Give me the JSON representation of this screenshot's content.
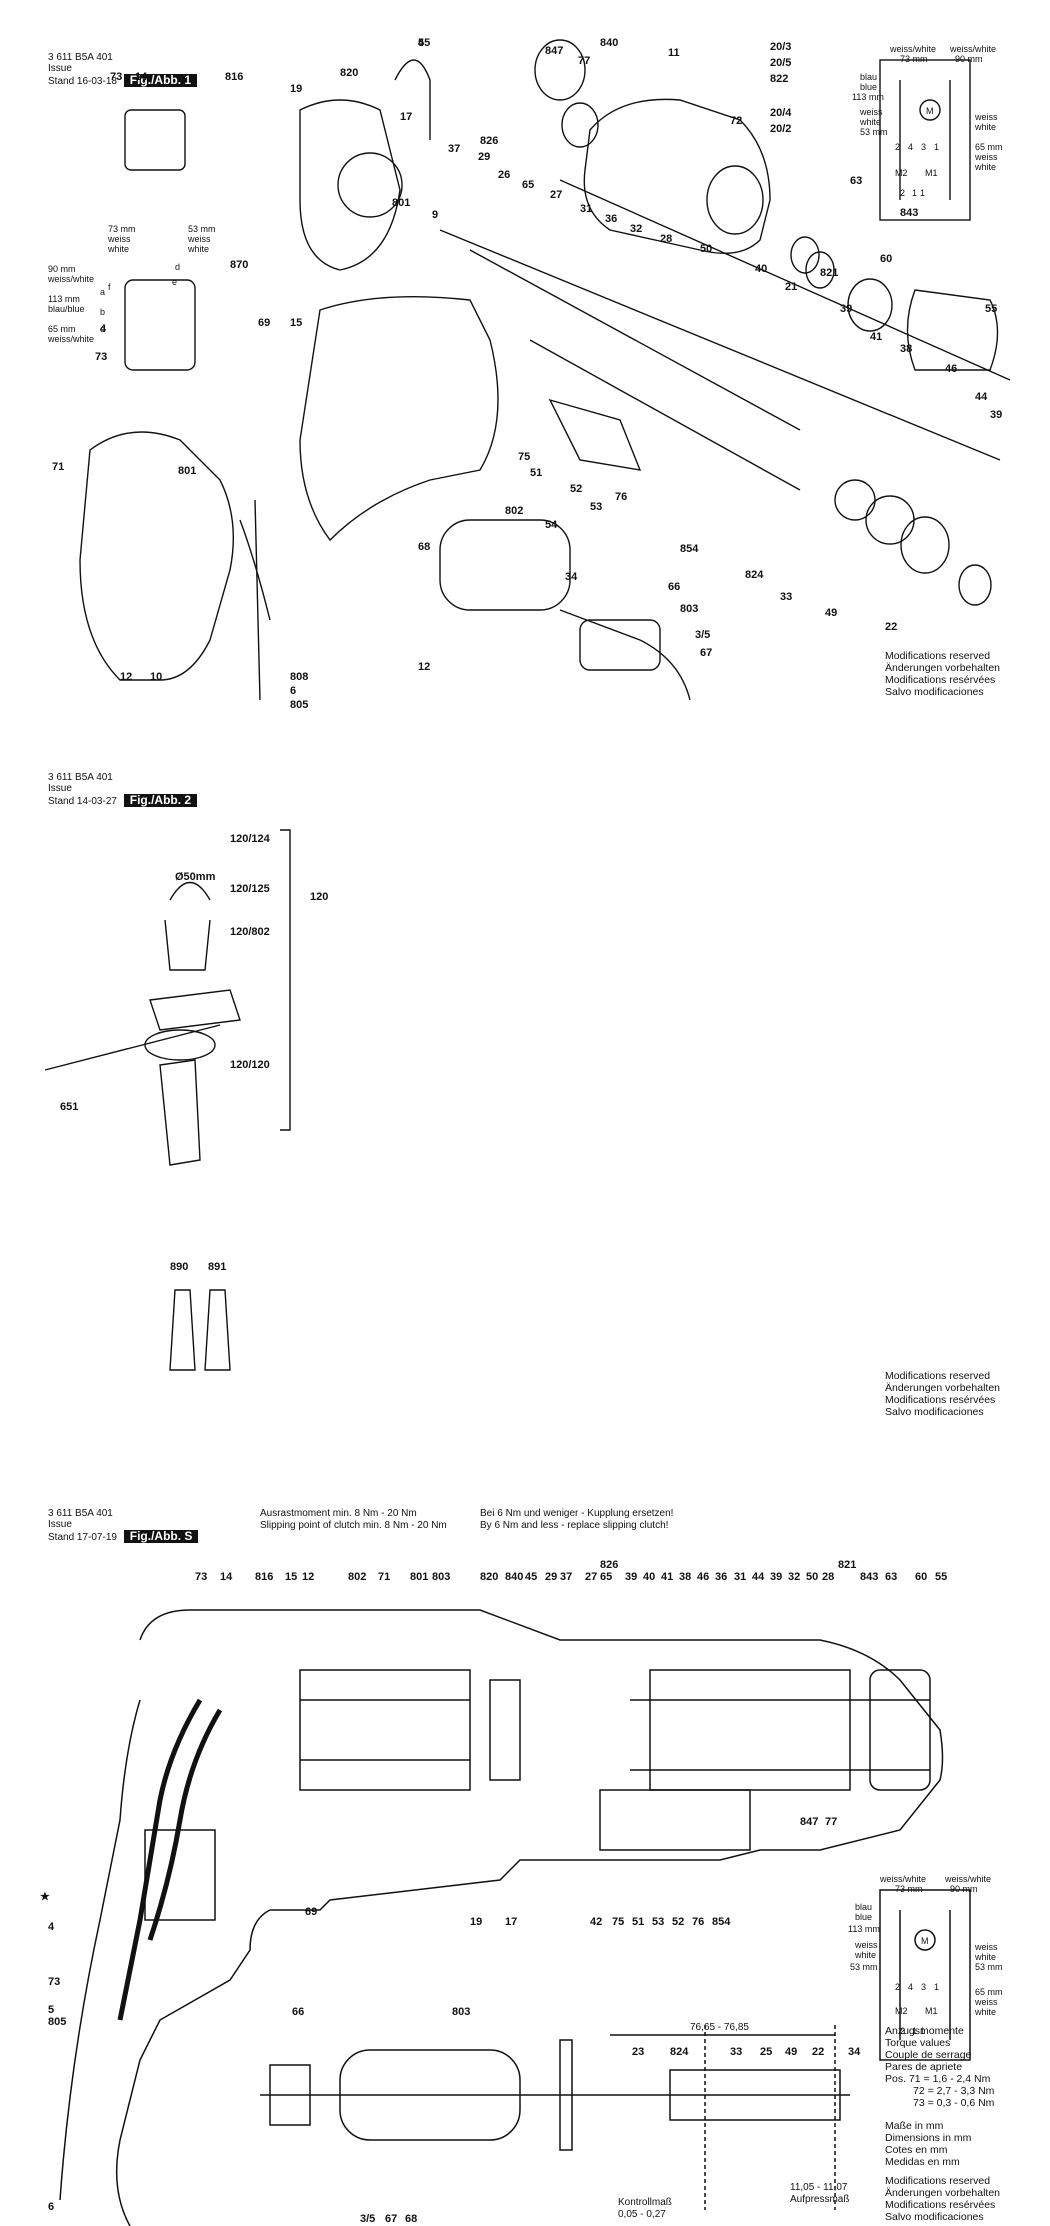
{
  "sheet1": {
    "code": "3 611 B5A 401",
    "issue_label": "Issue",
    "stand_label": "Stand",
    "date": "16-03-18",
    "fig": "Fig./Abb. 1",
    "labels": [
      "45",
      "840",
      "847",
      "77",
      "11",
      "20/3",
      "20/5",
      "822",
      "20/4",
      "20/2",
      "72",
      "820",
      "19",
      "17",
      "73",
      "14",
      "816",
      "826",
      "37",
      "29",
      "26",
      "65",
      "27",
      "63",
      "843",
      "60",
      "55",
      "801",
      "9",
      "31",
      "36",
      "32",
      "28",
      "50",
      "40",
      "21",
      "821",
      "39",
      "41",
      "38",
      "46",
      "44",
      "39",
      "69",
      "15",
      "870",
      "4",
      "73",
      "71",
      "801",
      "802",
      "75",
      "51",
      "52",
      "53",
      "76",
      "54",
      "854",
      "824",
      "33",
      "49",
      "22",
      "34",
      "66",
      "803",
      "3/5",
      "67",
      "68",
      "12",
      "12",
      "10",
      "808",
      "6",
      "805",
      "5"
    ],
    "wire_letters": [
      "a",
      "b",
      "c",
      "d",
      "e",
      "f"
    ],
    "wire_labels": [
      "73 mm",
      "weiss",
      "white",
      "53 mm",
      "weiss",
      "white",
      "90 mm",
      "weiss/white",
      "113 mm",
      "blau/blue",
      "65 mm",
      "weiss/white"
    ],
    "schematic": {
      "top": [
        "weiss/white",
        "73 mm",
        "weiss/white",
        "90 mm"
      ],
      "left": [
        "blau",
        "blue",
        "113 mm",
        "weiss",
        "white",
        "53 mm"
      ],
      "right": [
        "weiss",
        "white",
        "65 mm",
        "weiss",
        "white"
      ],
      "terminals": [
        "2",
        "4",
        "3",
        "1"
      ],
      "motor": [
        "M2",
        "M1"
      ],
      "switch": [
        "2",
        "1",
        "1"
      ],
      "motor_symbol": "M"
    },
    "notes": [
      "Modifications reserved",
      "Änderungen vorbehalten",
      "Modifications resérvées",
      "Salvo modificaciones"
    ]
  },
  "sheet2": {
    "code": "3 611 B5A 401",
    "issue_label": "Issue",
    "stand_label": "Stand",
    "date": "14-03-27",
    "fig": "Fig./Abb. 2",
    "labels": [
      "120/124",
      "Ø50mm",
      "120/125",
      "120",
      "120/802",
      "651",
      "120/120",
      "890",
      "891"
    ],
    "notes": [
      "Modifications reserved",
      "Änderungen vorbehalten",
      "Modifications resérvées",
      "Salvo modificaciones"
    ]
  },
  "sheetS": {
    "code": "3 611 B5A 401",
    "issue_label": "Issue",
    "stand_label": "Stand",
    "date": "17-07-19",
    "fig": "Fig./Abb. S",
    "header_notes": [
      "Ausrastmoment min. 8 Nm - 20 Nm",
      "Slipping point of clutch min. 8 Nm - 20 Nm",
      "Bei 6 Nm und weniger - Kupplung ersetzen!",
      "By  6 Nm and less - replace slipping clutch!"
    ],
    "top_labels": [
      "73",
      "14",
      "816",
      "15",
      "12",
      "802",
      "71",
      "801",
      "803",
      "820",
      "840",
      "45",
      "29",
      "37",
      "826",
      "27",
      "65",
      "39",
      "40",
      "41",
      "38",
      "46",
      "36",
      "31",
      "44",
      "39",
      "32",
      "50",
      "28",
      "821",
      "843",
      "63",
      "60",
      "55"
    ],
    "mid_labels": [
      "847",
      "77"
    ],
    "bottom_labels": [
      "42",
      "75",
      "51",
      "53",
      "52",
      "76",
      "854",
      "19",
      "17",
      "69",
      "4",
      "73",
      "5",
      "805",
      "6"
    ],
    "detail_labels": [
      "66",
      "803",
      "3/5",
      "67",
      "68",
      "23",
      "824",
      "33",
      "25",
      "49",
      "22",
      "34"
    ],
    "dimension": "76,65 - 76,85",
    "dim_lower": "11,05 - 11,07",
    "dim_lower_label": "Aufpressmaß",
    "control_label": "Kontrollmaß",
    "control_value": "0,05 - 0,27",
    "star": "★",
    "torque": [
      "Anzugsmomente",
      "Torque values",
      "Couple de serrage",
      "Pares de apriete",
      "Pos. 71 = 1,6 - 2,4 Nm",
      "72 = 2,7 - 3,3 Nm",
      "73 = 0,3 - 0,6 Nm"
    ],
    "units": [
      "Maße in mm",
      "Dimensions in mm",
      "Cotes en mm",
      "Medidas en mm"
    ],
    "notes": [
      "Modifications reserved",
      "Änderungen vorbehalten",
      "Modifications resérvées",
      "Salvo modificaciones"
    ],
    "schematic": {
      "top": [
        "weiss/white",
        "73 mm",
        "weiss/white",
        "90 mm"
      ],
      "left": [
        "blau",
        "blue",
        "113 mm",
        "weiss",
        "white",
        "53 mm"
      ],
      "right": [
        "weiss",
        "white",
        "53 mm",
        "65 mm",
        "weiss",
        "white"
      ],
      "terminals": [
        "2",
        "4",
        "3",
        "1"
      ],
      "motor": [
        "M2",
        "M1"
      ],
      "switch": [
        "2",
        "1",
        "1"
      ],
      "motor_symbol": "M"
    }
  }
}
